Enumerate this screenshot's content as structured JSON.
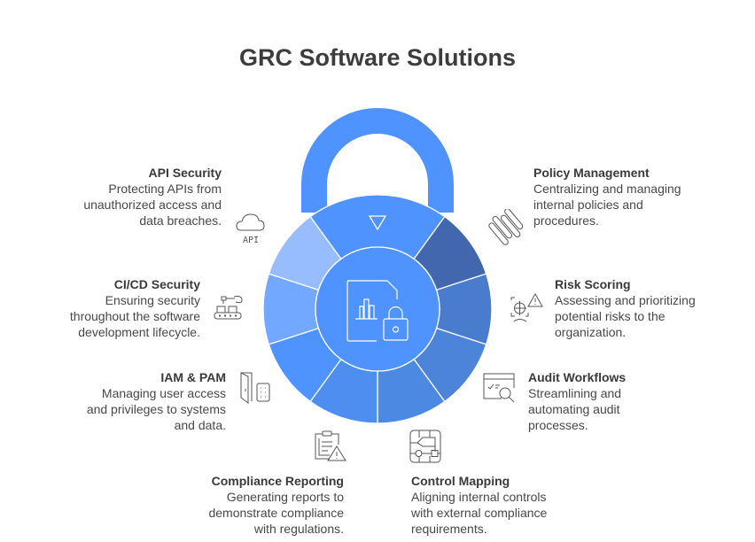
{
  "title": "GRC Software Solutions",
  "colors": {
    "primary": "#4e93ff",
    "segments": [
      "#4e93ff",
      "#4267ae",
      "#4a7ccd",
      "#4c84da",
      "#4c89e3",
      "#4d8ef0",
      "#4e93ff",
      "#72a8ff",
      "#97bdff"
    ],
    "icon_stroke": "#555555"
  },
  "items": [
    {
      "id": "api-security",
      "title": "API Security",
      "desc": [
        "Protecting APIs from",
        "unauthorized access and",
        "data breaches."
      ],
      "icon": "cloud-api-icon",
      "icon_text": "API"
    },
    {
      "id": "cicd-security",
      "title": "CI/CD Security",
      "desc": [
        "Ensuring security",
        "throughout the software",
        "development lifecycle."
      ],
      "icon": "conveyor-robot-icon"
    },
    {
      "id": "iam-pam",
      "title": "IAM & PAM",
      "desc": [
        "Managing user access",
        "and privileges to systems",
        "and data."
      ],
      "icon": "door-keypad-icon"
    },
    {
      "id": "compliance-reporting",
      "title": "Compliance Reporting",
      "desc": [
        "Generating reports to",
        "demonstrate compliance",
        "with regulations."
      ],
      "icon": "clipboard-warning-icon"
    },
    {
      "id": "control-mapping",
      "title": "Control Mapping",
      "desc": [
        "Aligning internal controls",
        "with external compliance",
        "requirements."
      ],
      "icon": "flowchart-icon"
    },
    {
      "id": "audit-workflows",
      "title": "Audit Workflows",
      "desc": [
        "Streamlining and",
        "automating audit",
        "processes."
      ],
      "icon": "window-search-icon"
    },
    {
      "id": "risk-scoring",
      "title": "Risk Scoring",
      "desc": [
        "Assessing and prioritizing",
        "potential risks to the",
        "organization."
      ],
      "icon": "risk-target-icon"
    },
    {
      "id": "policy-management",
      "title": "Policy Management",
      "desc": [
        "Centralizing and managing",
        "internal policies and",
        "procedures."
      ],
      "icon": "paperclips-icon"
    }
  ]
}
